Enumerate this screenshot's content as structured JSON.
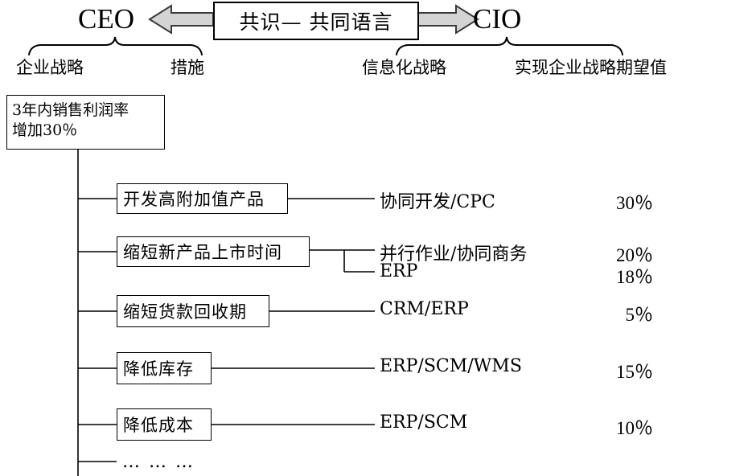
{
  "header": {
    "left_role": "CEO",
    "right_role": "CIO",
    "center_box": "共识— 共同语言",
    "left_arrow_icon": "arrow-left-icon",
    "right_arrow_icon": "arrow-right-icon",
    "arrow_fill": "#d4d4d4",
    "arrow_stroke": "#333333"
  },
  "captions": {
    "left_brace_items": [
      "企业战略",
      "措施"
    ],
    "right_brace_items": [
      "信息化战略",
      "实现企业战略期望值"
    ]
  },
  "goal": {
    "line1": "3年内销售利润率",
    "line2": "增加30％"
  },
  "rows": [
    {
      "measure": "开发高附加值产品",
      "solutions": [
        {
          "label": "协同开发/CPC",
          "percent": "30％"
        }
      ]
    },
    {
      "measure": "缩短新产品上市时间",
      "solutions": [
        {
          "label": "并行作业/协同商务",
          "percent": "20％"
        },
        {
          "label": "ERP",
          "percent": "18％"
        }
      ]
    },
    {
      "measure": "缩短货款回收期",
      "solutions": [
        {
          "label": "CRM/ERP",
          "percent": "5％"
        }
      ]
    },
    {
      "measure": "降低库存",
      "solutions": [
        {
          "label": "ERP/SCM/WMS",
          "percent": "15％"
        }
      ]
    },
    {
      "measure": "降低成本",
      "solutions": [
        {
          "label": "ERP/SCM",
          "percent": "10％"
        }
      ]
    }
  ],
  "more_indicator": "… … …",
  "flat": {
    "measures": {
      "m0": "开发高附加值产品",
      "m1": "缩短新产品上市时间",
      "m2": "缩短货款回收期",
      "m3": "降低库存",
      "m4": "降低成本"
    },
    "solutions": {
      "s0": "协同开发/CPC",
      "s1": "并行作业/协同商务",
      "s2": "ERP",
      "s3": "CRM/ERP",
      "s4": "ERP/SCM/WMS",
      "s5": "ERP/SCM"
    },
    "percents": {
      "p0": "30％",
      "p1": "20％",
      "p2": "18％",
      "p3": "5％",
      "p4": "15％",
      "p5": "10％"
    }
  }
}
